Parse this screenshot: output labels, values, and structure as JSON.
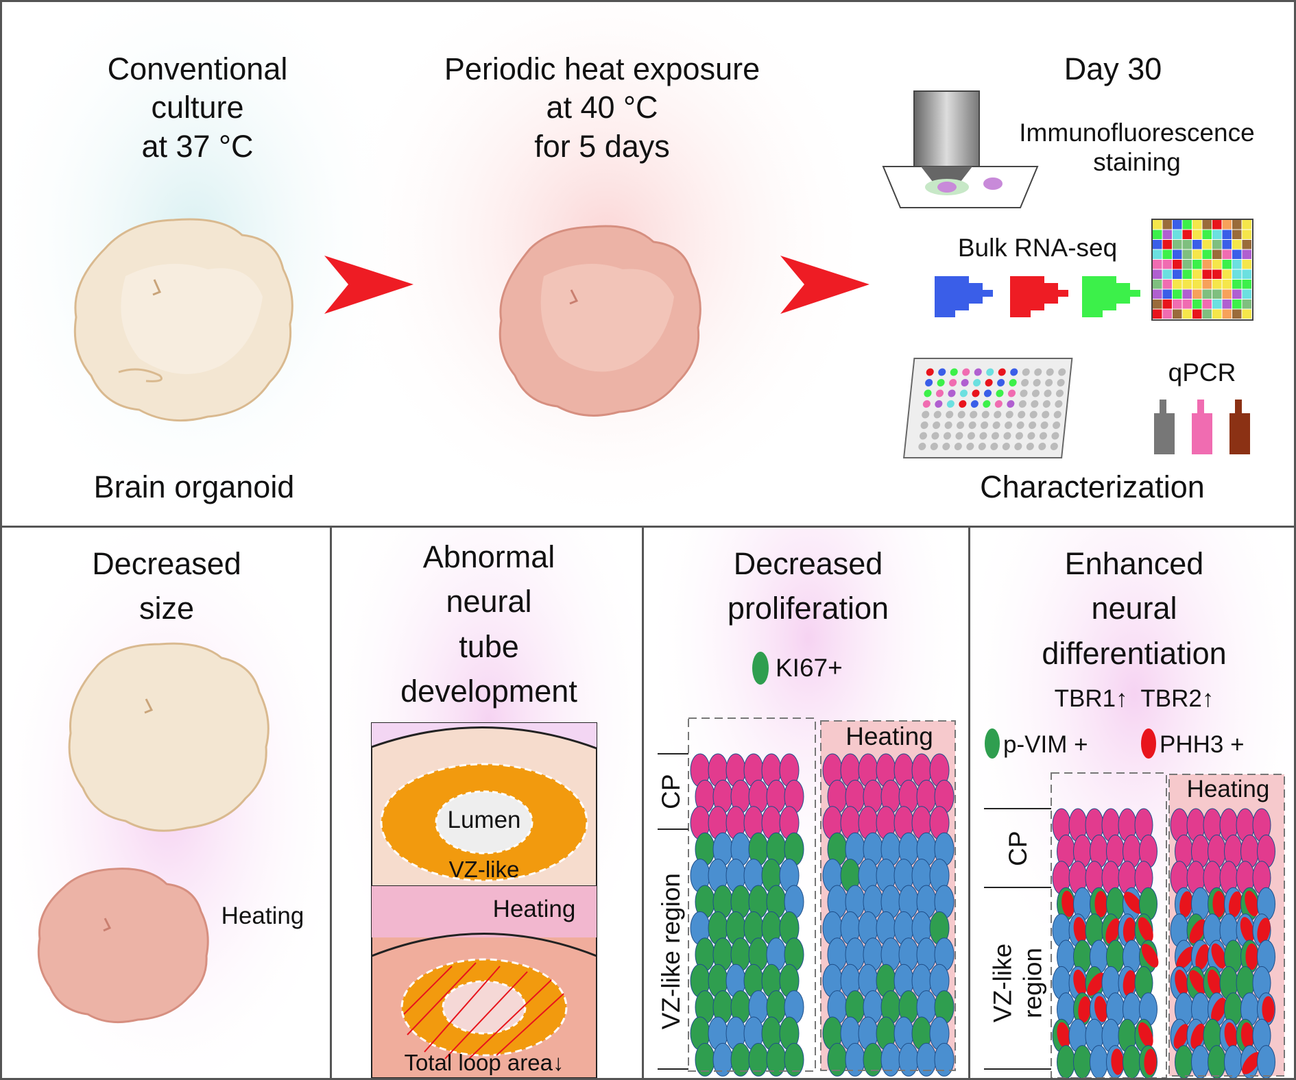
{
  "top": {
    "conventional": [
      "Conventional",
      "culture",
      "at 37 °C"
    ],
    "brain_organoid": "Brain organoid",
    "heat": [
      "Periodic heat exposure",
      "at 40 °C",
      "for 5 days"
    ],
    "day": "Day 30",
    "immuno": [
      "Immunofluorescence",
      "staining"
    ],
    "bulk": "Bulk RNA-seq",
    "qpcr": "qPCR",
    "characterization": "Characterization"
  },
  "panels": {
    "size": {
      "title": [
        "Decreased",
        "size"
      ],
      "heating": "Heating"
    },
    "tube": {
      "title": [
        "Abnormal",
        "neural",
        "tube",
        "development"
      ],
      "lumen": "Lumen",
      "vz": "VZ-like",
      "heating": "Heating",
      "loop": "Total loop area↓"
    },
    "prolif": {
      "title": [
        "Decreased",
        "proliferation"
      ],
      "legend": "KI67+",
      "heating": "Heating",
      "cp": "CP",
      "vz": "VZ-like region"
    },
    "diff": {
      "title": [
        "Enhanced",
        "neural",
        "differentiation"
      ],
      "markers": "TBR1↑  TBR2↑",
      "legend1": "p-VIM +",
      "legend2": "PHH3 +",
      "heating": "Heating",
      "cp": "CP",
      "vz1": "VZ-like",
      "vz2": "region"
    }
  },
  "colors": {
    "arrow": "#ee1c24",
    "organoid_normal": "#f3e6d2",
    "organoid_heat": "#ecb3a6",
    "cp": "#e23b8e",
    "green": "#2f9e4f",
    "blue": "#4a8fd0",
    "red": "#e8141c"
  }
}
